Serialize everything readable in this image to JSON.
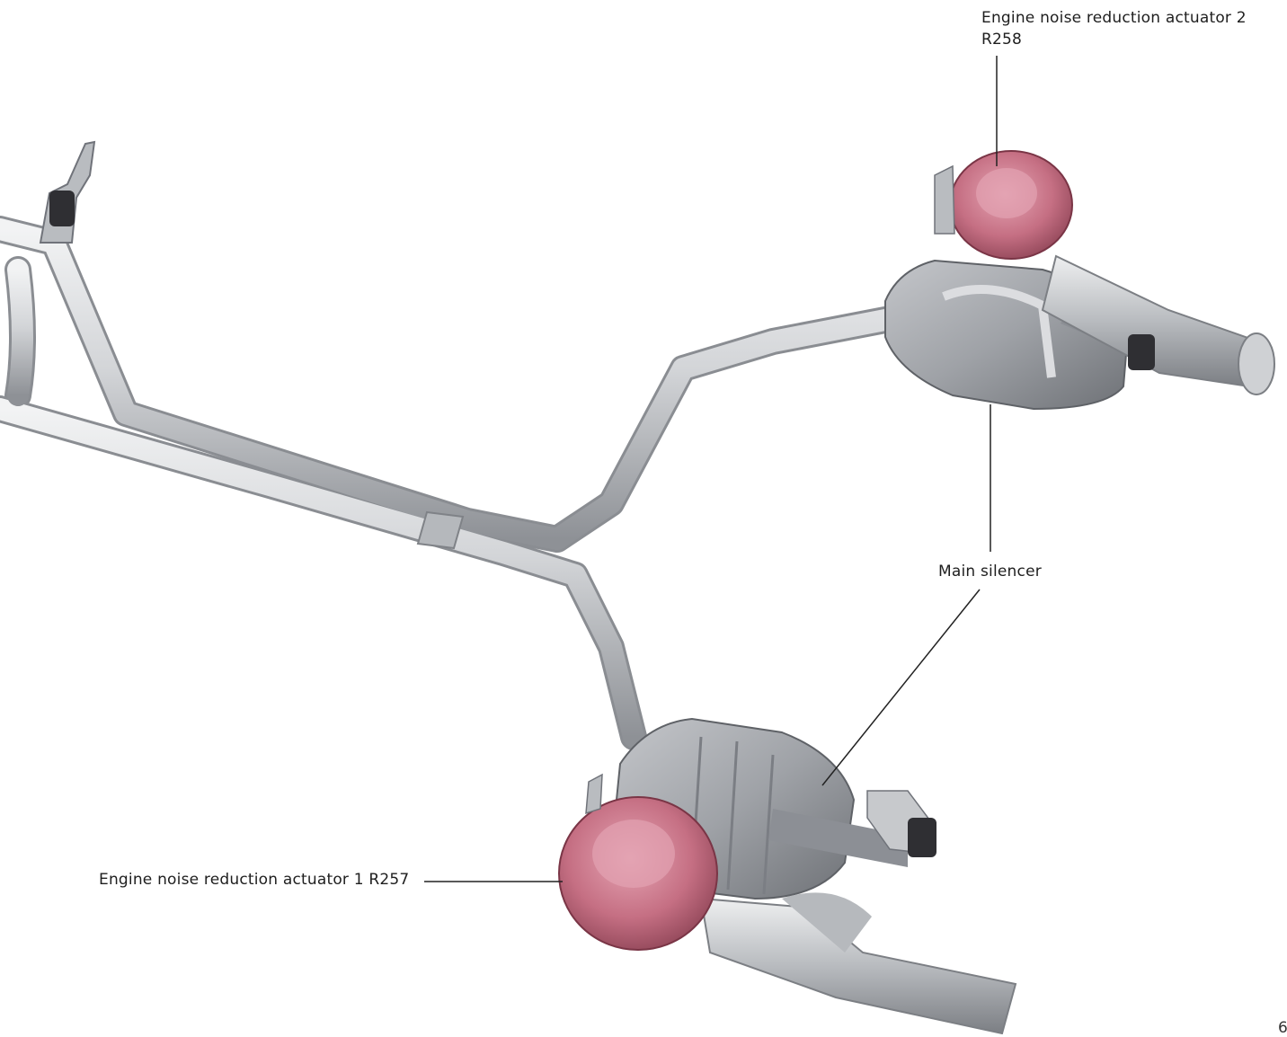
{
  "labels": {
    "actuator2_line1": "Engine noise reduction actuator 2",
    "actuator2_line2": "R258",
    "main_silencer": "Main silencer",
    "actuator1": "Engine noise reduction actuator 1 R257"
  },
  "page_number": "6",
  "colors": {
    "pipe": "#c9cbce",
    "silencer": "#9c9fa5",
    "actuator": "#c8687d",
    "leader_line": "#222222"
  }
}
